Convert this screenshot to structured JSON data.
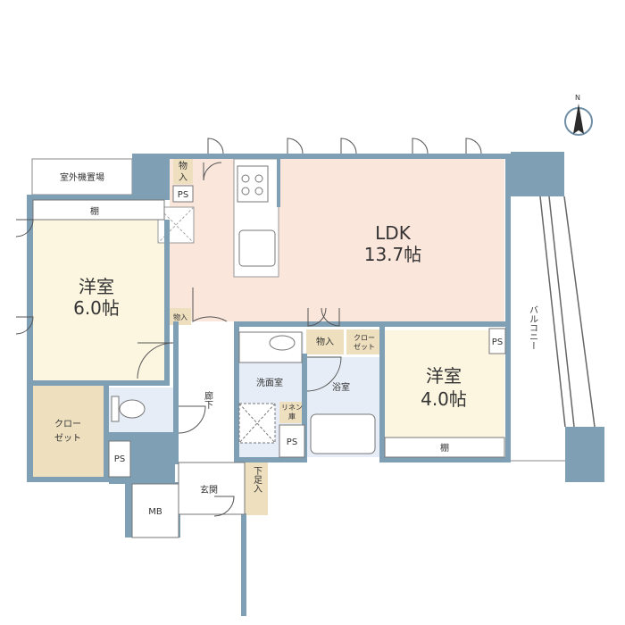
{
  "rooms": {
    "ldk": {
      "name": "LDK",
      "size": "13.7帖"
    },
    "west_room": {
      "name": "洋室",
      "size": "6.0帖"
    },
    "east_room": {
      "name": "洋室",
      "size": "4.0帖"
    },
    "washroom": "洗面室",
    "bathroom": "浴室",
    "hallway": "廊下",
    "entrance": "玄関",
    "balcony": "バルコニー",
    "outdoor_unit": "室外機置場"
  },
  "storage": {
    "shoe_box": "下足入",
    "linen": [
      "リネン",
      "庫"
    ],
    "mono_top": [
      "物",
      "入"
    ],
    "mono_mid": "物入",
    "mono_bath": "物入",
    "closet_small": [
      "クロー",
      "ゼット"
    ],
    "closet_west": [
      "クロー",
      "ゼット"
    ],
    "shelf_west": "棚",
    "shelf_east": "棚"
  },
  "utility": {
    "ps_kitchen": "PS",
    "ps_bath": "PS",
    "ps_lower": "PS",
    "ps_east": "PS",
    "mb": "MB"
  },
  "compass": {
    "north": "N",
    "icon": "compass-icon"
  },
  "colors": {
    "wall": "#7f9fb5",
    "ldk_floor": "#fbe6dc",
    "room_floor": "#fcf5e0",
    "wet_floor": "#e6edf6",
    "closet": "#eedfbf",
    "line": "#555555"
  }
}
